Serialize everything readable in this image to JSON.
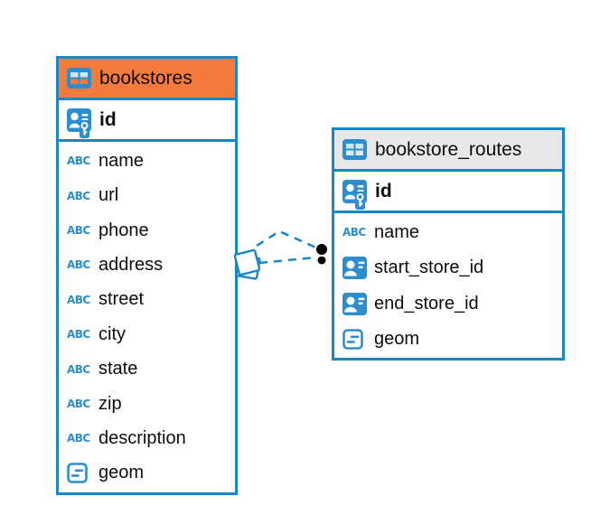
{
  "colors": {
    "table_border_blue": "#1787c9",
    "icon_blue": "#2d8ecf",
    "bookstores_header_bg": "#f57b3c",
    "routes_header_bg": "#e8e8e8",
    "field_text": "#0d0d0d",
    "connector_line_blue": "#1787c9",
    "connector_dot_black": "#000000"
  },
  "icons": {
    "text_type_glyph": "ABC"
  },
  "tables": {
    "bookstores": {
      "title": "bookstores",
      "primary_key": {
        "label": "id"
      },
      "fields": [
        {
          "label": "name"
        },
        {
          "label": "url"
        },
        {
          "label": "phone"
        },
        {
          "label": "address"
        },
        {
          "label": "street"
        },
        {
          "label": "city"
        },
        {
          "label": "state"
        },
        {
          "label": "zip"
        },
        {
          "label": "description"
        },
        {
          "label": "geom"
        }
      ]
    },
    "bookstore_routes": {
      "title": "bookstore_routes",
      "primary_key": {
        "label": "id"
      },
      "fields": [
        {
          "label": "name"
        },
        {
          "label": "start_store_id"
        },
        {
          "label": "end_store_id"
        },
        {
          "label": "geom"
        }
      ]
    }
  }
}
